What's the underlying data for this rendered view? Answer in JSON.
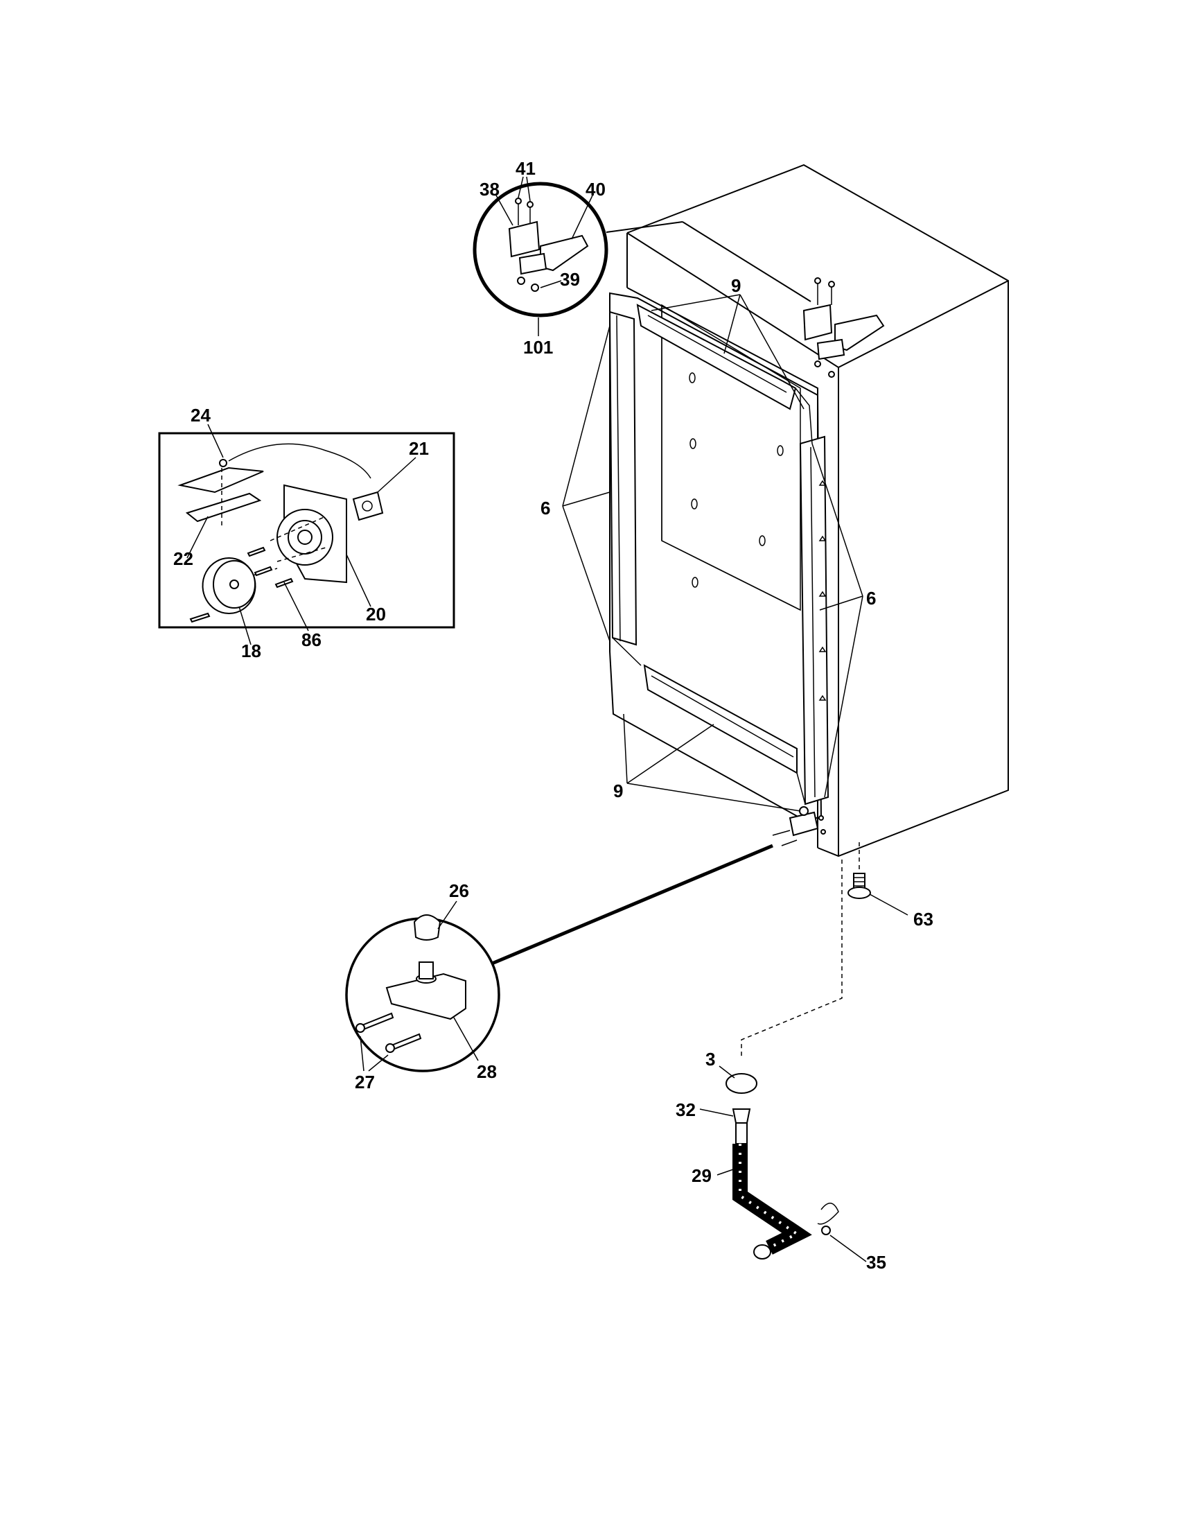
{
  "diagram": {
    "labels": {
      "l41": "41",
      "l38": "38",
      "l40": "40",
      "l39": "39",
      "l101": "101",
      "l9_top": "9",
      "l24": "24",
      "l21": "21",
      "l6_left": "6",
      "l22": "22",
      "l20": "20",
      "l86": "86",
      "l18": "18",
      "l6_right": "6",
      "l9_bottom": "9",
      "l26": "26",
      "l63": "63",
      "l27": "27",
      "l28": "28",
      "l3": "3",
      "l32": "32",
      "l29": "29",
      "l35": "35"
    }
  }
}
